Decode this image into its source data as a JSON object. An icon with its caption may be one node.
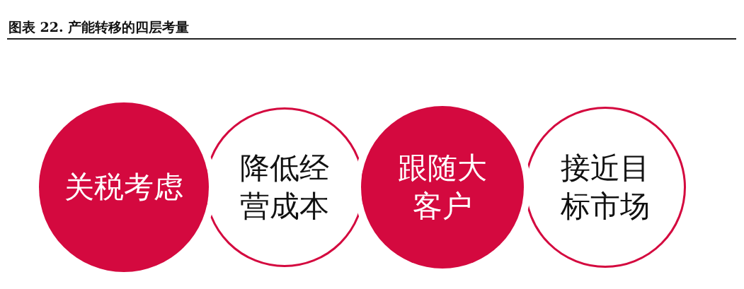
{
  "diagram": {
    "title": "图表 22. 产能转移的四层考量",
    "nodes": [
      {
        "text": [
          "关税考虑"
        ]
      },
      {
        "text": [
          "降低经营成本"
        ]
      },
      {
        "text": [
          "跟随大客户"
        ]
      },
      {
        "text": [
          "接近目标市场"
        ]
      }
    ],
    "edges": []
  }
}
